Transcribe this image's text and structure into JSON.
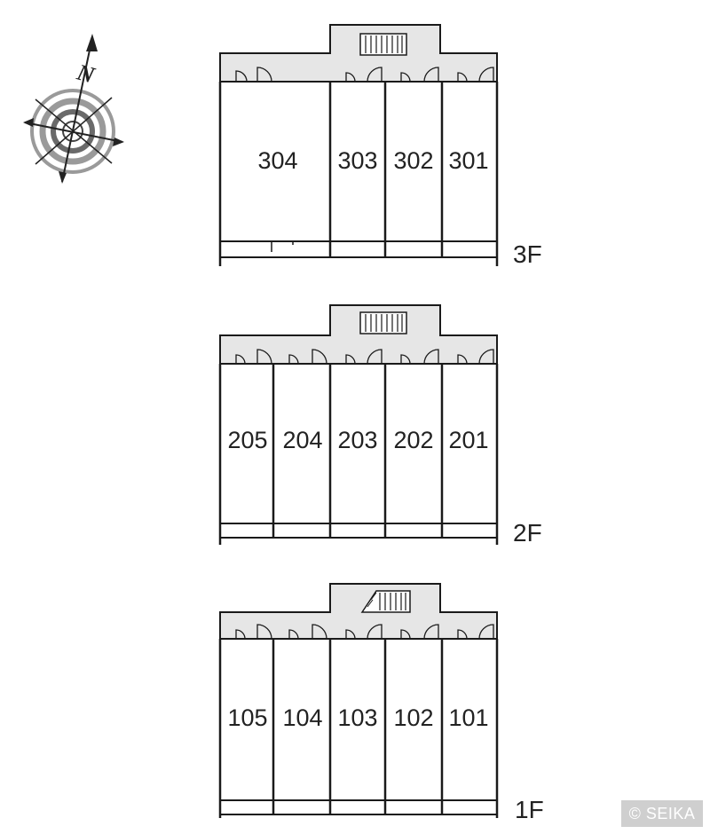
{
  "compass": {
    "north_label": "N"
  },
  "floors": [
    {
      "label": "3F",
      "units": [
        "304",
        "303",
        "302",
        "301"
      ]
    },
    {
      "label": "2F",
      "units": [
        "205",
        "204",
        "203",
        "202",
        "201"
      ]
    },
    {
      "label": "1F",
      "units": [
        "105",
        "104",
        "103",
        "102",
        "101"
      ]
    }
  ],
  "credit": "© SEIKA",
  "colors": {
    "corridor": "#e6e6e6",
    "line": "#1a1a1a",
    "compass_ring": "#9a9a9a"
  }
}
